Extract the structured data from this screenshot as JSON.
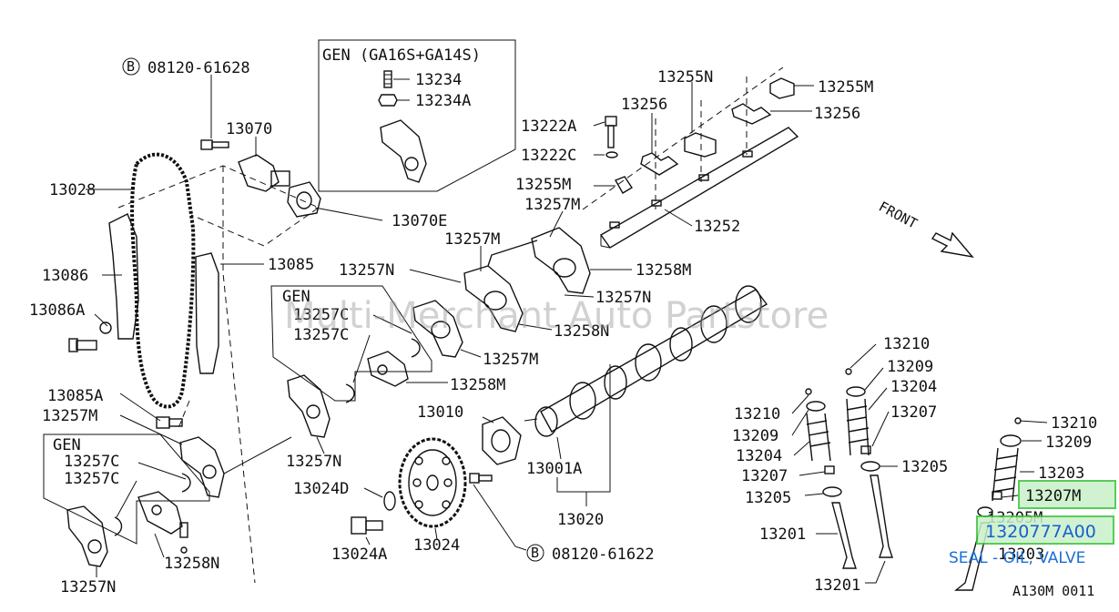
{
  "watermark": "Multi-Merchant Auto Partstore",
  "group_title": "GEN (GA16S+GA14S)",
  "gen_label_1": "GEN",
  "gen_label_2": "GEN",
  "front_label": "FRONT",
  "diagram_code": "A130M 0011",
  "highlight": {
    "part_207m": "13207M",
    "selected_part": "1320777A00",
    "selected_description": "SEAL - OIL, VALVE"
  },
  "labels": {
    "b08120_61628": "08120-61628",
    "b08120_61622": "08120-61622",
    "l13070": "13070",
    "l13028": "13028",
    "l13086": "13086",
    "l13086A": "13086A",
    "l13085": "13085",
    "l13070E": "13070E",
    "l13085A": "13085A",
    "l13257M_a": "13257M",
    "l13257C_a": "13257C",
    "l13257C_b": "13257C",
    "l13257N_a": "13257N",
    "l13258N_a": "13258N",
    "l13234": "13234",
    "l13234A": "13234A",
    "l13255N_top": "13255N",
    "l13255M_top": "13255M",
    "l13256_a": "13256",
    "l13256_b": "13256",
    "l13222A": "13222A",
    "l13222C": "13222C",
    "l13255M_mid": "13255M",
    "l13257M_b": "13257M",
    "l13252": "13252",
    "l13257M_c": "13257M",
    "l13257N_b": "13257N",
    "l13258M_a": "13258M",
    "l13257N_c": "13257N",
    "l13257C_c": "13257C",
    "l13257C_d": "13257C",
    "l13258N_b": "13258N",
    "l13257M_d": "13257M",
    "l13258M_b": "13258M",
    "l13010": "13010",
    "l13257N_d": "13257N",
    "l13001A": "13001A",
    "l13024D": "13024D",
    "l13020": "13020",
    "l13024A": "13024A",
    "l13024": "13024",
    "l13210_a": "13210",
    "l13209_a": "13209",
    "l13204_a": "13204",
    "l13207_a": "13207",
    "l13210_b": "13210",
    "l13209_b": "13209",
    "l13204_b": "13204",
    "l13207_b": "13207",
    "l13205_a": "13205",
    "l13205_b": "13205",
    "l13201_a": "13201",
    "l13201_b": "13201",
    "l13210_c": "13210",
    "l13209_c": "13209",
    "l13203_a": "13203",
    "l13205M": "13205M",
    "l13203_b": "13203"
  },
  "colors": {
    "highlight_fill": "#c8f0c8",
    "highlight_border": "#3cc43c",
    "link_blue": "#1a6fd6"
  }
}
